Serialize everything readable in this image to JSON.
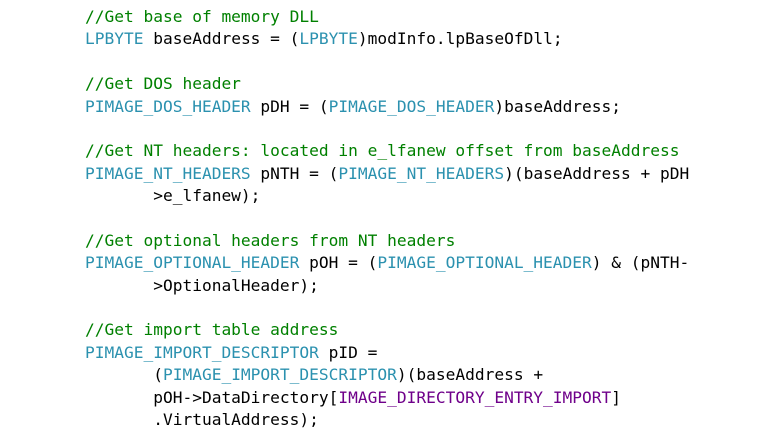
{
  "colors": {
    "comment": "#008000",
    "type": "#2b91af",
    "macro": "#6f008a",
    "plain": "#000000",
    "background": "#ffffff"
  },
  "lines": [
    [
      {
        "k": "c",
        "text": "//Get base of memory DLL"
      }
    ],
    [
      {
        "k": "t",
        "text": "LPBYTE"
      },
      {
        "k": "p",
        "text": " baseAddress = ("
      },
      {
        "k": "t",
        "text": "LPBYTE"
      },
      {
        "k": "p",
        "text": ")modInfo.lpBaseOfDll;"
      }
    ],
    [],
    [
      {
        "k": "c",
        "text": "//Get DOS header"
      }
    ],
    [
      {
        "k": "t",
        "text": "PIMAGE_DOS_HEADER"
      },
      {
        "k": "p",
        "text": " pDH = ("
      },
      {
        "k": "t",
        "text": "PIMAGE_DOS_HEADER"
      },
      {
        "k": "p",
        "text": ")baseAddress;"
      }
    ],
    [],
    [
      {
        "k": "c",
        "text": "//Get NT headers: located in e_lfanew offset from baseAddress"
      }
    ],
    [
      {
        "k": "t",
        "text": "PIMAGE_NT_HEADERS"
      },
      {
        "k": "p",
        "text": " pNTH = ("
      },
      {
        "k": "t",
        "text": "PIMAGE_NT_HEADERS"
      },
      {
        "k": "p",
        "text": ")(baseAddress + pDH"
      }
    ],
    [
      {
        "k": "p",
        "text": "       >e_lfanew);"
      }
    ],
    [],
    [
      {
        "k": "c",
        "text": "//Get optional headers from NT headers"
      }
    ],
    [
      {
        "k": "t",
        "text": "PIMAGE_OPTIONAL_HEADER"
      },
      {
        "k": "p",
        "text": " pOH = ("
      },
      {
        "k": "t",
        "text": "PIMAGE_OPTIONAL_HEADER"
      },
      {
        "k": "p",
        "text": ") & (pNTH-"
      }
    ],
    [
      {
        "k": "p",
        "text": "       >OptionalHeader);"
      }
    ],
    [],
    [
      {
        "k": "c",
        "text": "//Get import table address"
      }
    ],
    [
      {
        "k": "t",
        "text": "PIMAGE_IMPORT_DESCRIPTOR"
      },
      {
        "k": "p",
        "text": " pID ="
      }
    ],
    [
      {
        "k": "p",
        "text": "       ("
      },
      {
        "k": "t",
        "text": "PIMAGE_IMPORT_DESCRIPTOR"
      },
      {
        "k": "p",
        "text": ")(baseAddress +"
      }
    ],
    [
      {
        "k": "p",
        "text": "       pOH->DataDirectory["
      },
      {
        "k": "m",
        "text": "IMAGE_DIRECTORY_ENTRY_IMPORT"
      },
      {
        "k": "p",
        "text": "]"
      }
    ],
    [
      {
        "k": "p",
        "text": "       .VirtualAddress);"
      }
    ]
  ]
}
